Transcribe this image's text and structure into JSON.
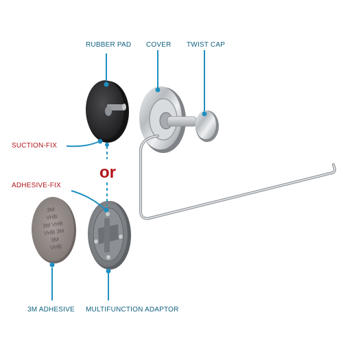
{
  "labels": {
    "rubber_pad": "RUBBER PAD",
    "cover": "COVER",
    "twist_cap": "TWIST CAP",
    "suction_fix": "SUCTION-FIX",
    "or": "or",
    "adhesive_fix": "ADHESIVE-FIX",
    "adhesive_3m": "3M ADHESIVE",
    "multifunction_adaptor": "MULTIFUNCTION ADAPTOR"
  },
  "adhesive_print": [
    "3M",
    "VHB",
    "3M VHB",
    "VHB 3M",
    "3M",
    "VHB"
  ],
  "colors": {
    "label_blue": "#0e5f7e",
    "label_red": "#b0141a",
    "pointer_blue": "#1f8fc0",
    "rubber_pad": "#2c2c2e",
    "adaptor_grey": "#7c7f82",
    "adhesive_grey": "#8f8785",
    "chrome": "#c9ccd0"
  }
}
